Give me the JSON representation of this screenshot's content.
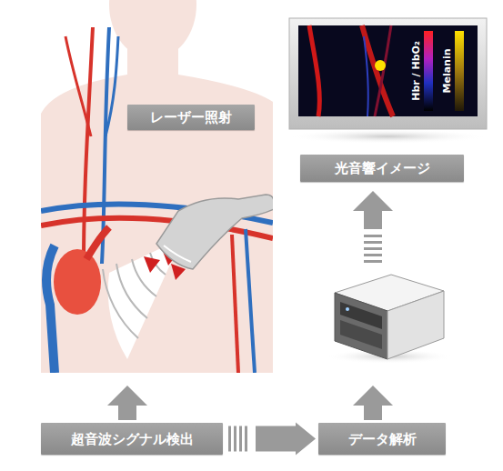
{
  "diagram": {
    "nodes": [
      {
        "text": [
          "レーザー照射"
        ]
      },
      {
        "text": [
          "光音響イメージ"
        ]
      },
      {
        "text": [
          "超音波シグナル検出"
        ]
      },
      {
        "text": [
          "データ解析"
        ]
      }
    ],
    "edges": [
      {
        "from": 2,
        "to": 3,
        "arrow": "to"
      }
    ],
    "labels": [
      "Hbr / HbO₂",
      "Melanin"
    ]
  }
}
